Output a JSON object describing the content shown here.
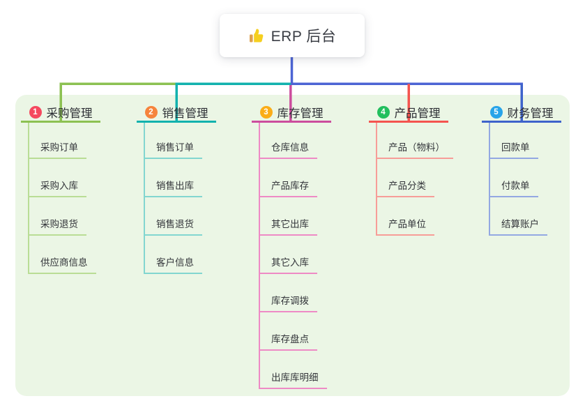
{
  "root": {
    "title": "ERP 后台",
    "icon": "thumbs-up"
  },
  "panel_color": "#ebf6e5",
  "connector": {
    "root_color": "#4c64d4"
  },
  "branches": [
    {
      "badge": "1",
      "label": "采购管理",
      "badge_color": "#f5495f",
      "line_color": "#8cc152",
      "child_line_color": "#b9dd95",
      "items": [
        "采购订单",
        "采购入库",
        "采购退货",
        "供应商信息"
      ]
    },
    {
      "badge": "2",
      "label": "销售管理",
      "badge_color": "#f6843c",
      "line_color": "#12b2ae",
      "child_line_color": "#82d6d0",
      "items": [
        "销售订单",
        "销售出库",
        "销售退货",
        "客户信息"
      ]
    },
    {
      "badge": "3",
      "label": "库存管理",
      "badge_color": "#fbad18",
      "line_color": "#cc4d9d",
      "child_line_color": "#ee8ac5",
      "items": [
        "仓库信息",
        "产品库存",
        "其它出库",
        "其它入库",
        "库存调拨",
        "库存盘点",
        "出库库明细"
      ]
    },
    {
      "badge": "4",
      "label": "产品管理",
      "badge_color": "#22bf5e",
      "line_color": "#f4544f",
      "child_line_color": "#f79d98",
      "items": [
        "产品（物料）",
        "产品分类",
        "产品单位"
      ]
    },
    {
      "badge": "5",
      "label": "财务管理",
      "badge_color": "#28a4e9",
      "line_color": "#3e63cb",
      "child_line_color": "#93a8e2",
      "items": [
        "回款单",
        "付款单",
        "结算账户"
      ]
    }
  ]
}
